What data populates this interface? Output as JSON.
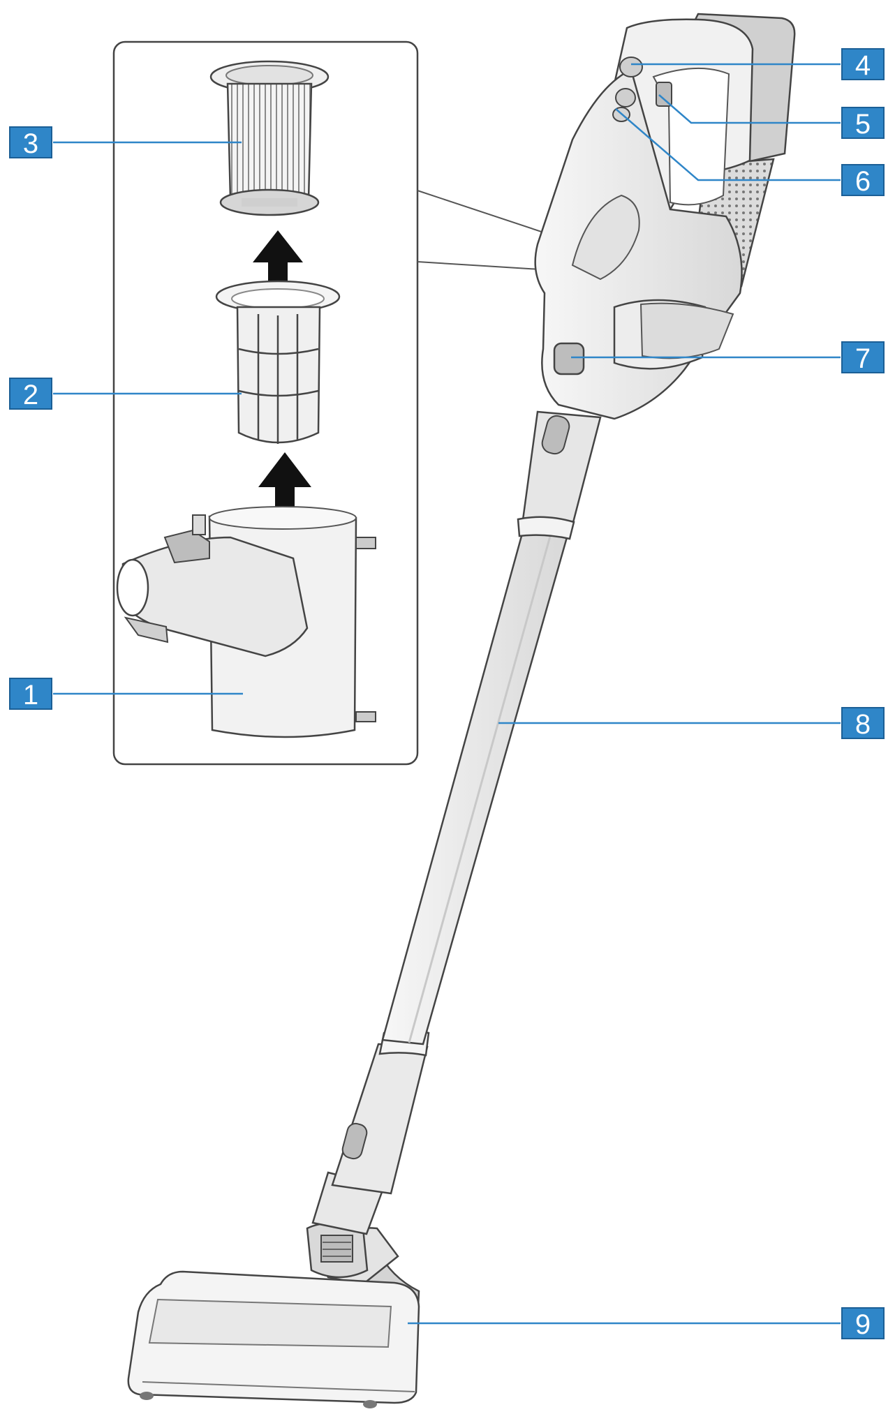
{
  "colors": {
    "callout_fill": "#2f86c8",
    "callout_border": "#1b5f96",
    "leader_line": "#2f86c8",
    "outline": "#4a4a4a",
    "body_fill": "#ececec",
    "body_shade": "#d2d2d2",
    "inset_border": "#444444"
  },
  "icons": [
    "up-arrow-icon",
    "filter-mesh-icon",
    "pleat-icon"
  ],
  "callouts": [
    {
      "label": "1"
    },
    {
      "label": "2"
    },
    {
      "label": "3"
    },
    {
      "label": "4"
    },
    {
      "label": "5"
    },
    {
      "label": "6"
    },
    {
      "label": "7"
    },
    {
      "label": "8"
    },
    {
      "label": "9"
    }
  ]
}
